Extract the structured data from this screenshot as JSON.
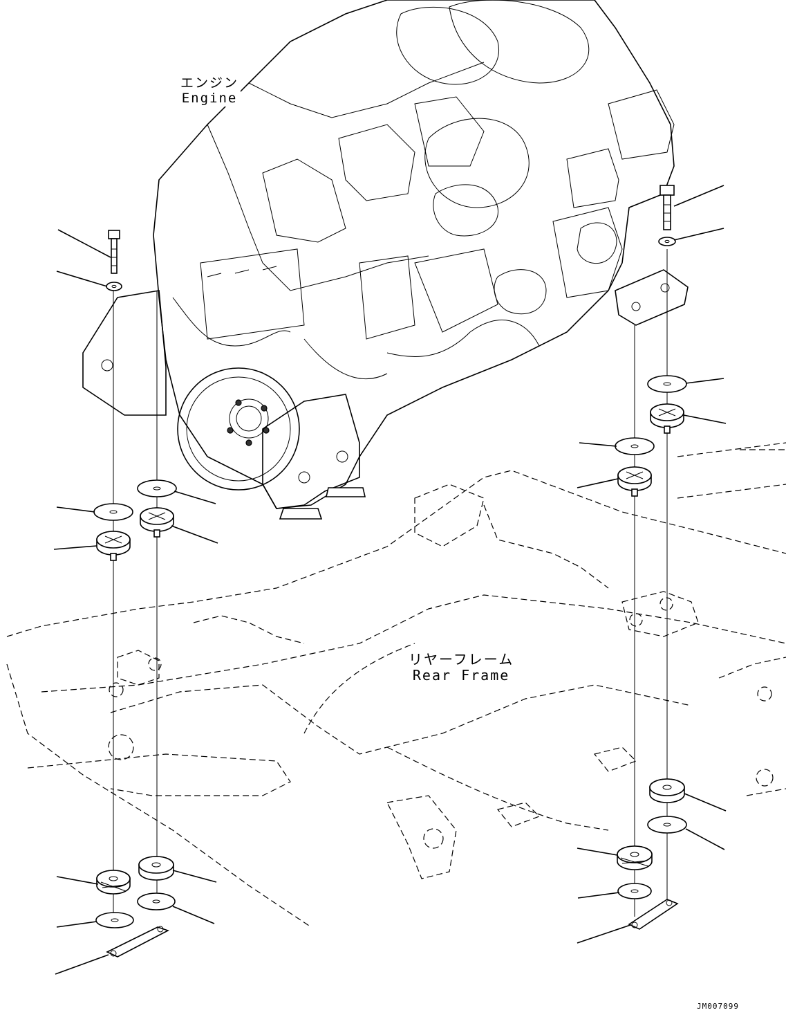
{
  "labels": {
    "engine_ja": "エンジン",
    "engine_en": "Engine",
    "rear_frame_ja": "リヤーフレーム",
    "rear_frame_en": "Rear Frame"
  },
  "drawing_code": "JM007099",
  "icons": [
    "bolt-icon",
    "washer-icon",
    "rubber-mount-icon",
    "plate-icon"
  ]
}
